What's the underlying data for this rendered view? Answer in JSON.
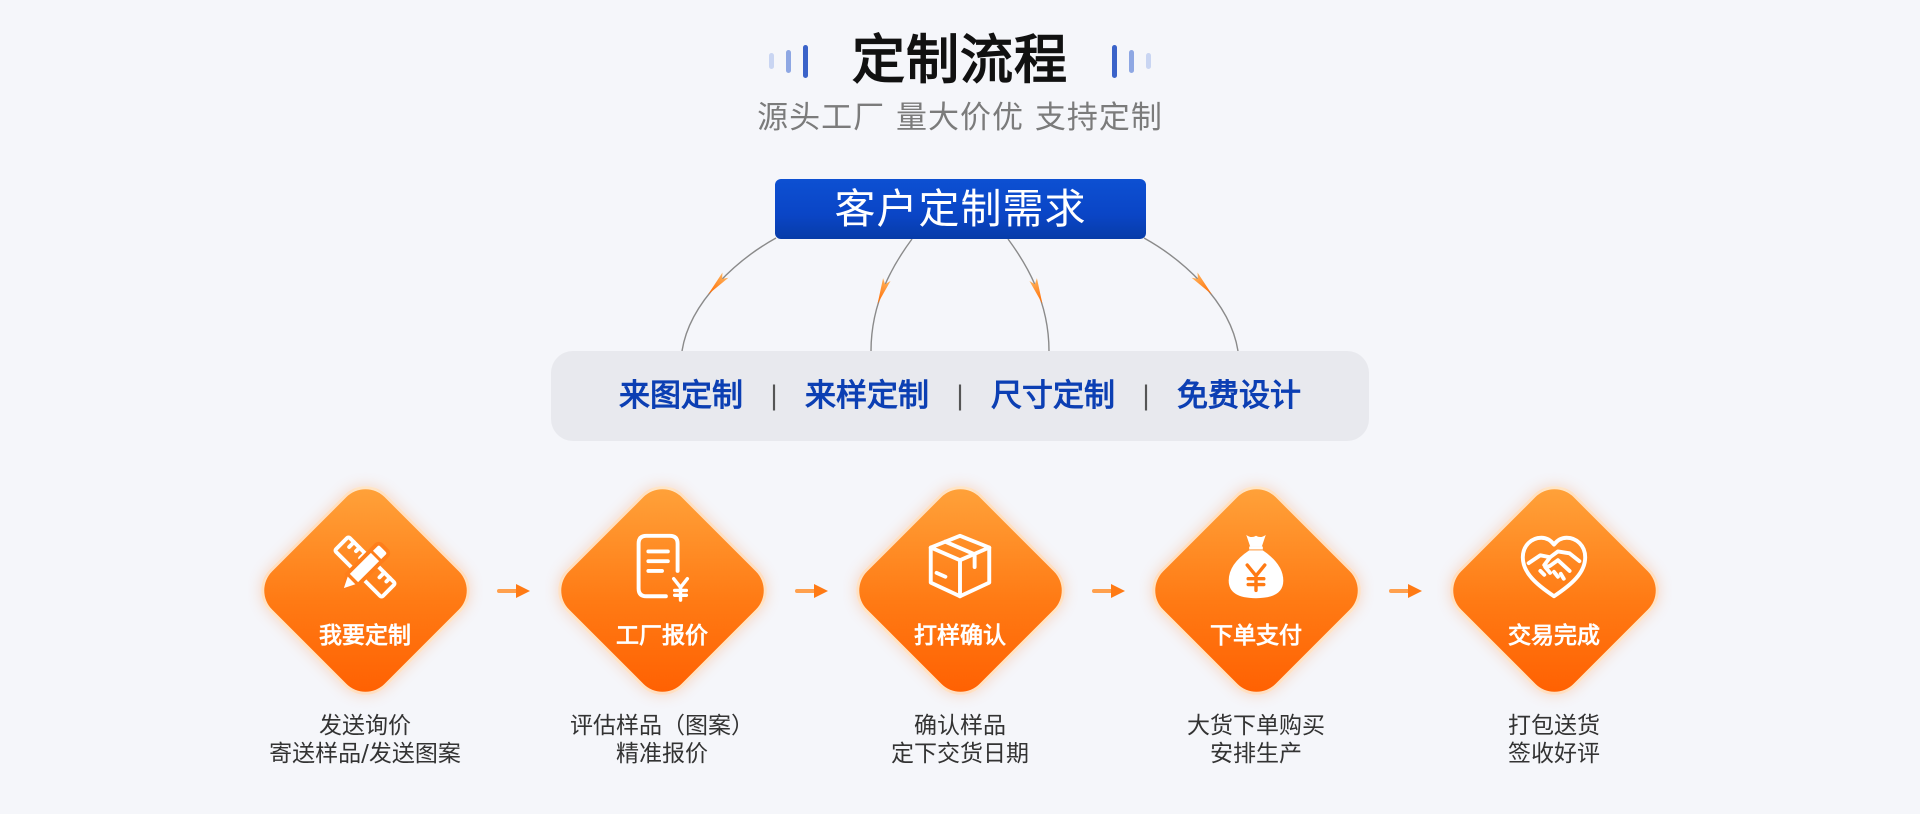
{
  "header": {
    "title": "定制流程",
    "subtitle": "源头工厂 量大价优 支持定制"
  },
  "demand": {
    "label": "客户定制需求"
  },
  "options": {
    "separator": "|",
    "items": [
      "来图定制",
      "来样定制",
      "尺寸定制",
      "免费设计"
    ]
  },
  "steps": [
    {
      "label": "我要定制",
      "icon": "edit-icon",
      "desc": [
        "发送询价",
        "寄送样品/发送图案"
      ]
    },
    {
      "label": "工厂报价",
      "icon": "quote-document-icon",
      "desc": [
        "评估样品（图案）",
        "精准报价"
      ]
    },
    {
      "label": "打样确认",
      "icon": "package-box-icon",
      "desc": [
        "确认样品",
        "定下交货日期"
      ]
    },
    {
      "label": "下单支付",
      "icon": "money-bag-icon",
      "desc": [
        "大货下单购买",
        "安排生产"
      ]
    },
    {
      "label": "交易完成",
      "icon": "handshake-heart-icon",
      "desc": [
        "打包送货",
        "签收好评"
      ]
    }
  ],
  "icons": {
    "title_decoration": "vertical-bars-icon",
    "flow_arrow": "arrow-right-icon",
    "connector_arrow": "arrowhead-icon"
  },
  "colors": {
    "background": "#f5f6fa",
    "brand_blue": "#0a45c6",
    "option_text": "#0c3fb3",
    "orange_light": "#ffa53d",
    "orange_dark": "#ff5e00",
    "connector_line": "#8a8a8a"
  }
}
